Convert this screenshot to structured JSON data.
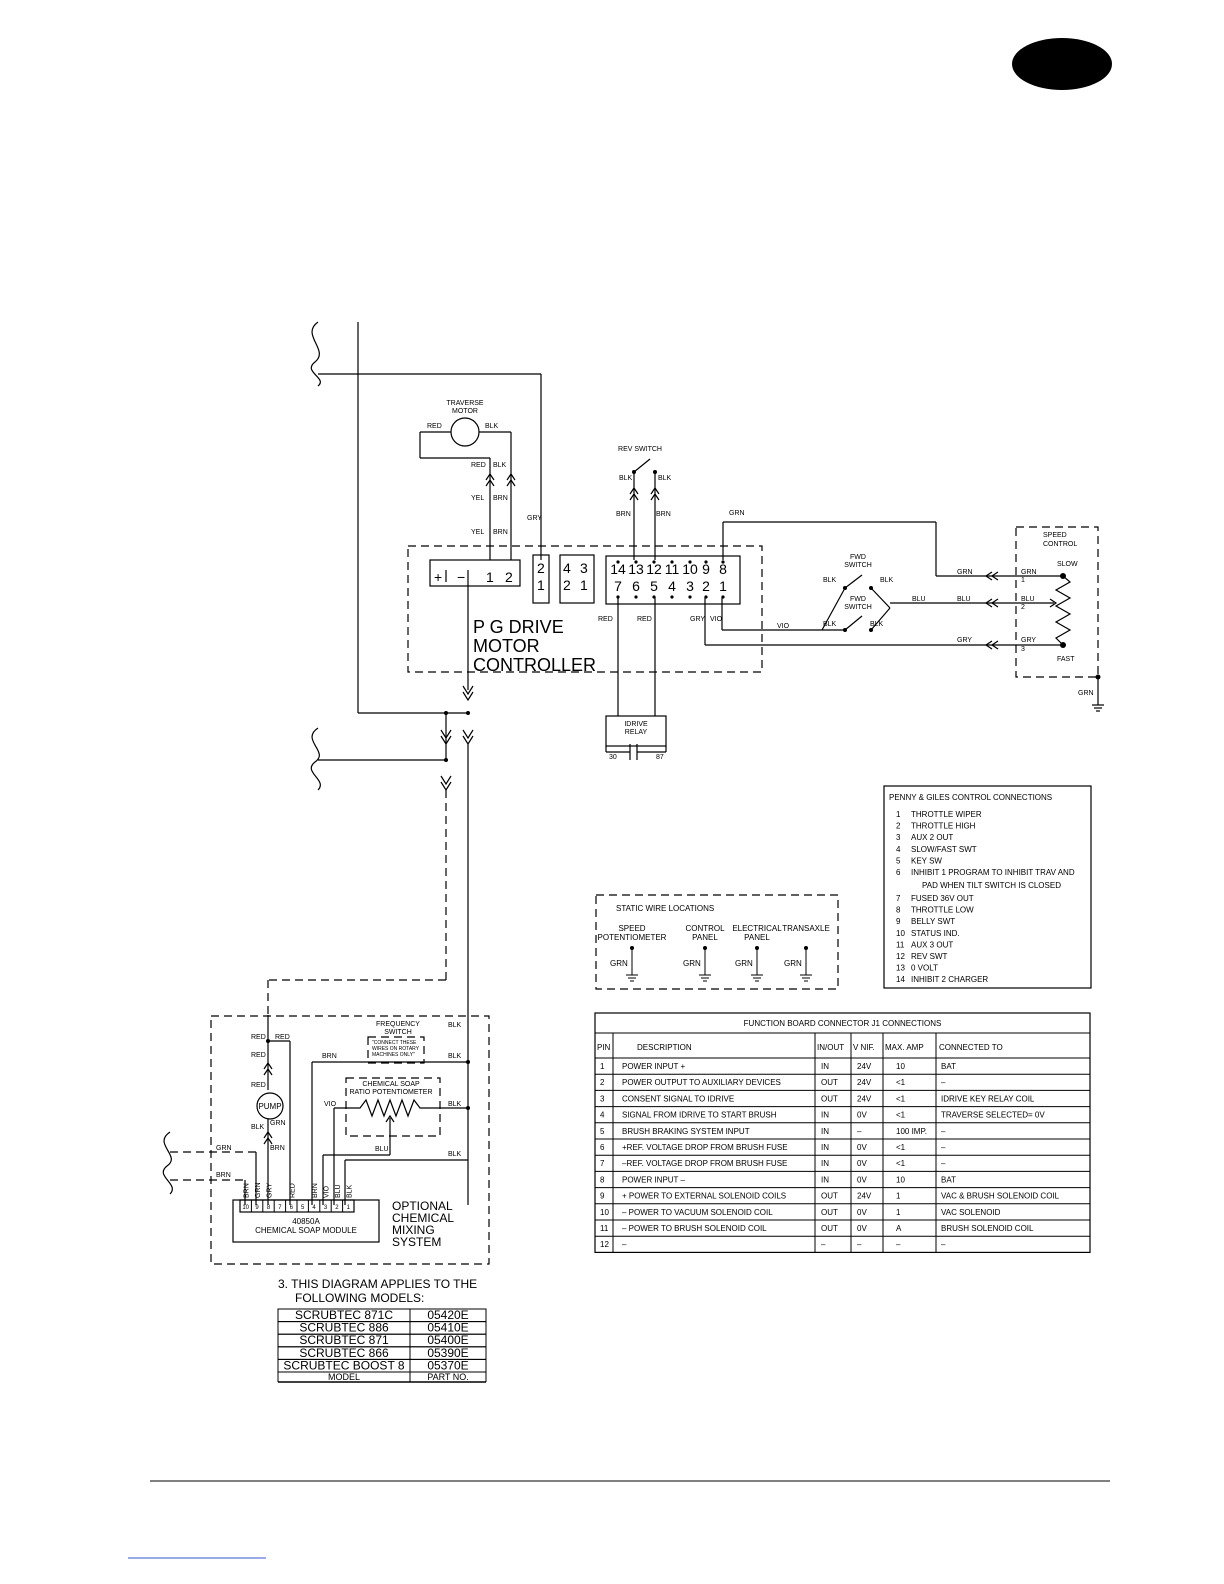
{
  "controller": {
    "title_line1": "P G DRIVE",
    "title_line2": "MOTOR",
    "title_line3": "CONTROLLER",
    "pins_top": [
      "14",
      "13",
      "12",
      "11",
      "10",
      "9",
      "8"
    ],
    "pins_bottom": [
      "7",
      "6",
      "5",
      "4",
      "3",
      "2",
      "1"
    ],
    "terminals": [
      "+",
      "−",
      "1",
      "2"
    ],
    "conn_a": [
      "2",
      "1"
    ],
    "conn_b_top": [
      "4",
      "3"
    ],
    "conn_b_bottom": [
      "2",
      "1"
    ]
  },
  "traverse_motor": {
    "label1": "TRAVERSE",
    "label2": "MOTOR"
  },
  "rev_switch": {
    "label": "REV SWITCH"
  },
  "speed_control": {
    "label1": "SPEED",
    "label2": "CONTROL",
    "slow": "SLOW",
    "fast": "FAST",
    "pins": [
      "1",
      "2",
      "3"
    ]
  },
  "fwd_switch": {
    "label1": "FWD",
    "label2": "SWITCH"
  },
  "idrive_relay": {
    "label1": "IDRIVE",
    "label2": "RELAY",
    "pin_left": "30",
    "pin_right": "87"
  },
  "wires": {
    "red": "RED",
    "blk": "BLK",
    "yel": "YEL",
    "brn": "BRN",
    "gry": "GRY",
    "grn": "GRN",
    "blu": "BLU",
    "vio": "VIO"
  },
  "penny_giles": {
    "title": "PENNY & GILES CONTROL CONNECTIONS",
    "items": [
      {
        "n": "1",
        "t": "THROTTLE WIPER"
      },
      {
        "n": "2",
        "t": "THROTTLE HIGH"
      },
      {
        "n": "3",
        "t": "AUX 2 OUT"
      },
      {
        "n": "4",
        "t": "SLOW/FAST SWT"
      },
      {
        "n": "5",
        "t": "KEY SW"
      },
      {
        "n": "6",
        "t": "INHIBIT 1 PROGRAM TO INHIBIT TRAV AND"
      },
      {
        "n": "",
        "t": "PAD WHEN TILT SWITCH IS CLOSED"
      },
      {
        "n": "7",
        "t": "FUSED 36V OUT"
      },
      {
        "n": "8",
        "t": "THROTTLE LOW"
      },
      {
        "n": "9",
        "t": "BELLY SWT"
      },
      {
        "n": "10",
        "t": "STATUS IND."
      },
      {
        "n": "11",
        "t": "AUX 3 OUT"
      },
      {
        "n": "12",
        "t": "REV SWT"
      },
      {
        "n": "13",
        "t": "0 VOLT"
      },
      {
        "n": "14",
        "t": "INHIBIT 2 CHARGER"
      }
    ]
  },
  "static_wire": {
    "title": "STATIC WIRE LOCATIONS",
    "locations": [
      {
        "l1": "SPEED",
        "l2": "POTENTIOMETER",
        "wire": "GRN"
      },
      {
        "l1": "CONTROL",
        "l2": "PANEL",
        "wire": "GRN"
      },
      {
        "l1": "ELECTRICAL",
        "l2": "PANEL",
        "wire": "GRN"
      },
      {
        "l1": "TRANSAXLE",
        "l2": "",
        "wire": "GRN"
      }
    ]
  },
  "function_board": {
    "title": "FUNCTION BOARD CONNECTOR J1 CONNECTIONS",
    "headers": [
      "PIN",
      "DESCRIPTION",
      "IN/OUT",
      "V NIF.",
      "MAX. AMP",
      "CONNECTED TO"
    ],
    "rows": [
      [
        "1",
        "POWER INPUT +",
        "IN",
        "24V",
        "10",
        "BAT"
      ],
      [
        "2",
        "POWER OUTPUT TO AUXILIARY DEVICES",
        "OUT",
        "24V",
        "<1",
        "–"
      ],
      [
        "3",
        "CONSENT SIGNAL TO IDRIVE",
        "OUT",
        "24V",
        "<1",
        "IDRIVE KEY RELAY COIL"
      ],
      [
        "4",
        "SIGNAL FROM IDRIVE TO START BRUSH",
        "IN",
        "0V",
        "<1",
        "TRAVERSE SELECTED= 0V"
      ],
      [
        "5",
        "BRUSH BRAKING SYSTEM INPUT",
        "IN",
        "–",
        "100 IMP.",
        "–"
      ],
      [
        "6",
        "+REF. VOLTAGE DROP FROM BRUSH FUSE",
        "IN",
        "0V",
        "<1",
        "–"
      ],
      [
        "7",
        "–REF. VOLTAGE DROP FROM BRUSH FUSE",
        "IN",
        "0V",
        "<1",
        "–"
      ],
      [
        "8",
        "POWER INPUT –",
        "IN",
        "0V",
        "10",
        "BAT"
      ],
      [
        "9",
        "+ POWER TO EXTERNAL SOLENOID COILS",
        "OUT",
        "24V",
        "1",
        "VAC & BRUSH SOLENOID COIL"
      ],
      [
        "10",
        "– POWER TO VACUUM SOLENOID COIL",
        "OUT",
        "0V",
        "1",
        "VAC SOLENOID"
      ],
      [
        "11",
        "– POWER TO BRUSH SOLENOID COIL",
        "OUT",
        "0V",
        "A",
        "BRUSH SOLENOID COIL"
      ],
      [
        "12",
        "–",
        "–",
        "–",
        "–",
        "–"
      ]
    ]
  },
  "chem_module": {
    "frequency_switch": "FREQUENCY",
    "frequency_switch2": "SWITCH",
    "freq_note1": "\"CONNECT THESE",
    "freq_note2": "WIRES ON ROTARY",
    "freq_note3": "MACHINES ONLY\"",
    "chem_soap1": "CHEMICAL SOAP",
    "chem_soap2": "RATIO POTENTIOMETER",
    "pump": "PUMP",
    "module1": "40850A",
    "module2": "CHEMICAL SOAP MODULE",
    "optional": [
      "OPTIONAL",
      "CHEMICAL",
      "MIXING",
      "SYSTEM"
    ],
    "pins": [
      "10",
      "9",
      "8",
      "7",
      "6",
      "5",
      "4",
      "3",
      "2",
      "1"
    ],
    "pin_wires": [
      "BRN",
      "GRN",
      "GRY",
      "",
      "RED",
      "",
      "BRN",
      "VIO",
      "BLU",
      "BLK"
    ]
  },
  "models": {
    "note_line1": "3.  THIS DIAGRAM APPLIES TO THE",
    "note_line2": "FOLLOWING MODELS:",
    "rows": [
      [
        "SCRUBTEC 871C",
        "05420E"
      ],
      [
        "SCRUBTEC 886",
        "05410E"
      ],
      [
        "SCRUBTEC 871",
        "05400E"
      ],
      [
        "SCRUBTEC 866",
        "05390E"
      ],
      [
        "SCRUBTEC BOOST 8",
        "05370E"
      ]
    ],
    "footer": [
      "MODEL",
      "PART NO."
    ]
  }
}
